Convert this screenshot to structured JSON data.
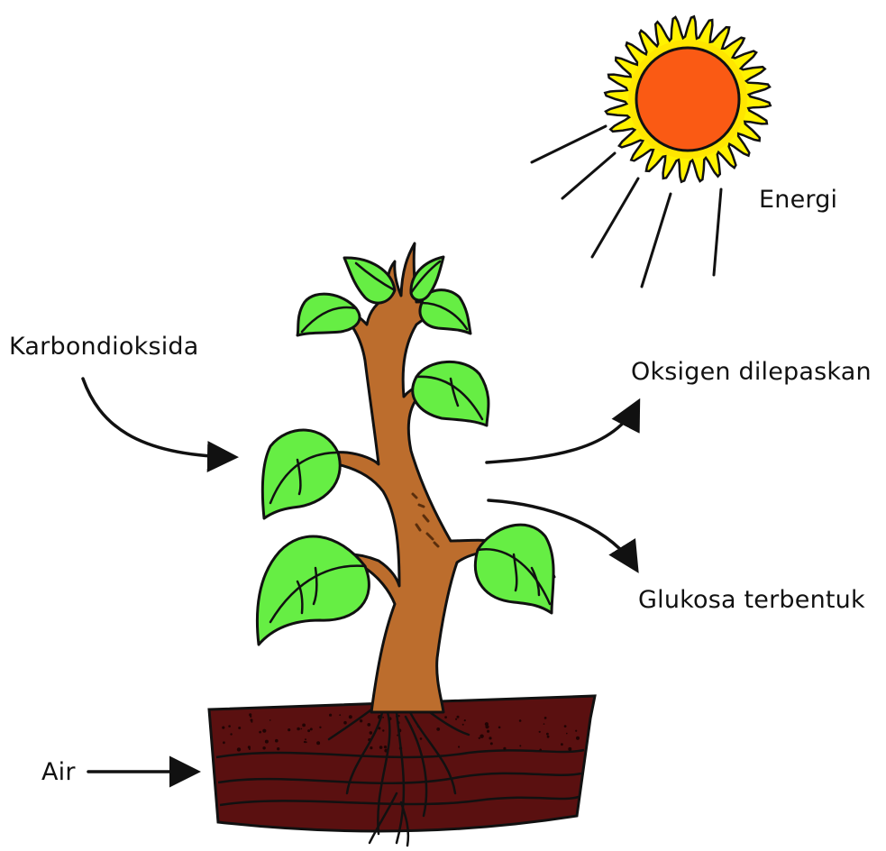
{
  "labels": {
    "energy": "Energi",
    "carbon_dioxide": "Karbondioksida",
    "oxygen": "Oksigen dilepaskan",
    "glucose": "Glukosa terbentuk",
    "water": "Air"
  },
  "colors": {
    "leaf": "#66ee44",
    "stem": "#bc6d2d",
    "soil": "#5a1010",
    "sun_core": "#fa5a14",
    "sun_corona": "#fff200",
    "outline": "#111111"
  }
}
